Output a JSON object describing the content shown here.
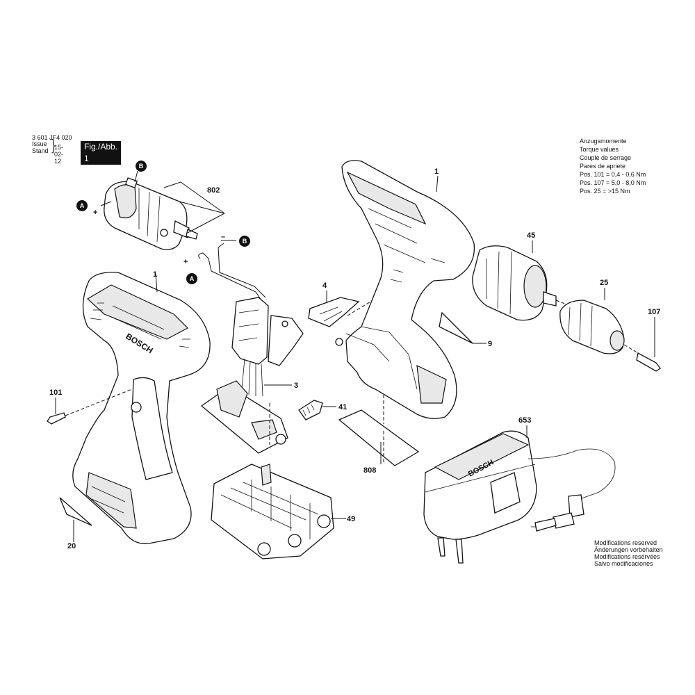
{
  "header": {
    "doc_number": "3 601 JF4 020",
    "issue_label": "Issue",
    "stand_label": "Stand",
    "issue_date": "15-02-12",
    "figure_label": "Fig./Abb. 1"
  },
  "torque": {
    "lines": [
      "Anzugsmomente",
      "Torque values",
      "Couple de serrage",
      "Pares de apriete",
      "Pos. 101  =  0,4  -  0,6 Nm",
      "Pos. 107  =  5,0  -  8,0 Nm",
      "Pos. 25    =  >15 Nm"
    ]
  },
  "modifications": {
    "lines": [
      "Modifications reserved",
      "Änderungen vorbehalten",
      "Modifications resérvées",
      "Salvo modificaciones"
    ]
  },
  "brand": "BOSCH",
  "part_labels": {
    "p802": "802",
    "p1_right": "1",
    "p1_left": "1",
    "p45": "45",
    "p25": "25",
    "p107": "107",
    "p4": "4",
    "p9": "9",
    "p3": "3",
    "p41": "41",
    "p101": "101",
    "p808": "808",
    "p653": "653",
    "p49": "49",
    "p20": "20"
  },
  "markers": {
    "b_motor": "B",
    "a_motor": "A",
    "b_wire": "B",
    "a_wire": "A",
    "plus_motor": "+",
    "plus_wire": "+",
    "minus_wire": "–"
  }
}
